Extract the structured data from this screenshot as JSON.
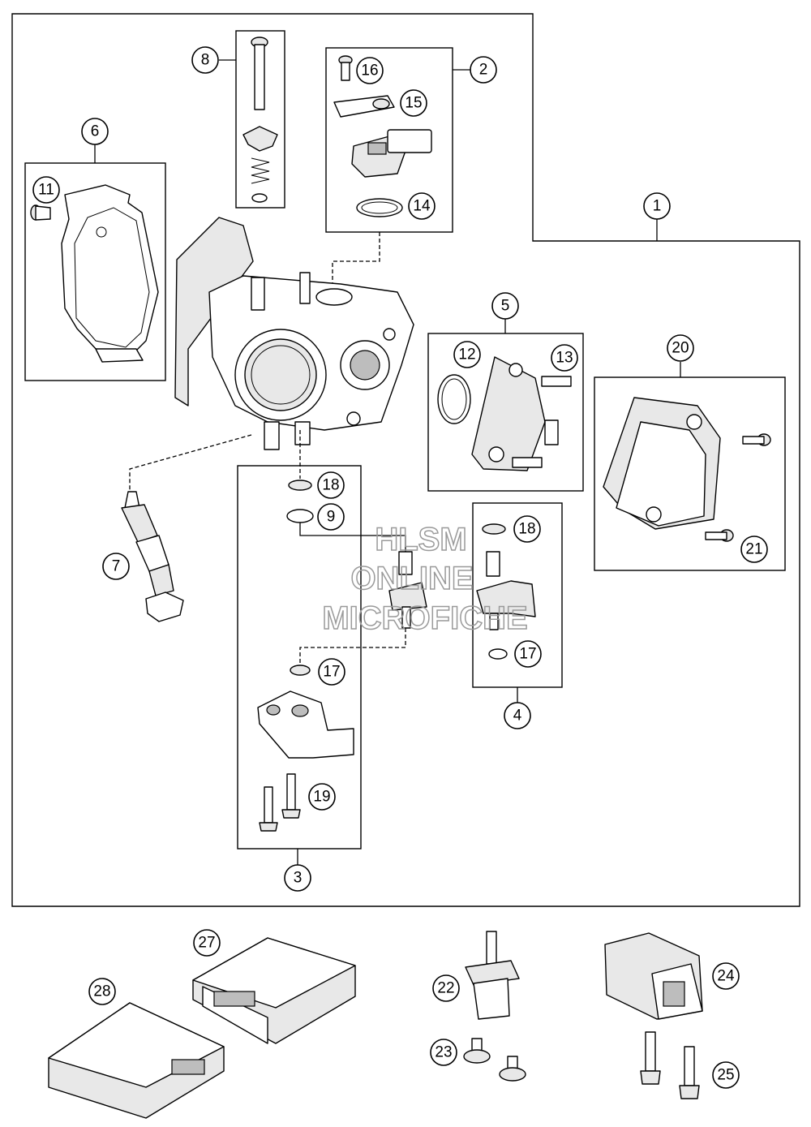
{
  "callouts": {
    "c1": "1",
    "c2": "2",
    "c3": "3",
    "c4": "4",
    "c5": "5",
    "c6": "6",
    "c7": "7",
    "c8": "8",
    "c9": "9",
    "c11": "11",
    "c12": "12",
    "c13": "13",
    "c14": "14",
    "c15": "15",
    "c16": "16",
    "c17a": "17",
    "c17b": "17",
    "c18a": "18",
    "c18b": "18",
    "c19": "19",
    "c20": "20",
    "c21": "21",
    "c22": "22",
    "c23": "23",
    "c24": "24",
    "c25": "25",
    "c27": "27",
    "c28": "28"
  },
  "watermark": {
    "line1": "HLSM",
    "line2": "ONLINE",
    "line3": "MICROFICHE"
  }
}
